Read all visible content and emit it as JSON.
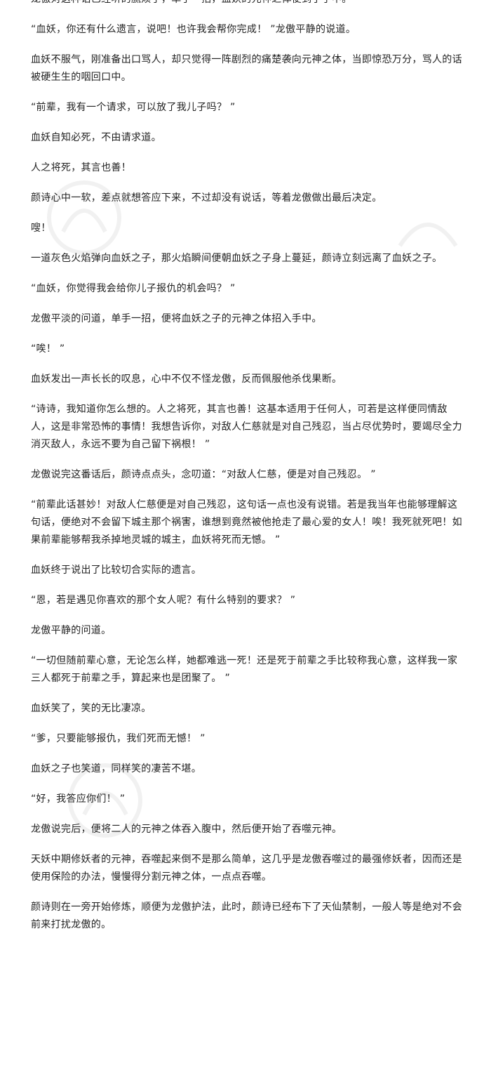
{
  "paragraphs": [
    "龙傲对这种话已经听的腻烦了，单手一招，血妖的元神之体便到了手中。",
    "“血妖，你还有什么遗言，说吧！也许我会帮你完成！ ”龙傲平静的说道。",
    "血妖不服气，刚准备出口骂人，却只觉得一阵剧烈的痛楚袭向元神之体，当即惊恐万分，骂人的话被硬生生的咽回口中。",
    "“前辈，我有一个请求，可以放了我儿子吗？ ”",
    "血妖自知必死，不由请求道。",
    "人之将死，其言也善！",
    "颜诗心中一软，差点就想答应下来，不过却没有说话，等着龙傲做出最后决定。",
    "嗖！",
    "一道灰色火焰弹向血妖之子，那火焰瞬间便朝血妖之子身上蔓延，颜诗立刻远离了血妖之子。",
    "“血妖，你觉得我会给你儿子报仇的机会吗？ ”",
    "龙傲平淡的问道，单手一招，便将血妖之子的元神之体招入手中。",
    "“唉！ ”",
    "血妖发出一声长长的叹息，心中不仅不怪龙傲，反而佩服他杀伐果断。",
    "“诗诗，我知道你怎么想的。人之将死，其言也善！这基本适用于任何人，可若是这样便同情敌人，这是非常恐怖的事情！我想告诉你，对敌人仁慈就是对自己残忍，当占尽优势时，要竭尽全力消灭敌人，永远不要为自己留下祸根！ ”",
    "龙傲说完这番话后，颜诗点点头，念叨道：“对敌人仁慈，便是对自己残忍。 ”",
    "“前辈此话甚妙！对敌人仁慈便是对自己残忍，这句话一点也没有说错。若是我当年也能够理解这句话，便绝对不会留下城主那个祸害，谁想到竟然被他抢走了最心爱的女人！唉！我死就死吧！如果前辈能够帮我杀掉地灵城的城主，血妖将死而无憾。 ”",
    "血妖终于说出了比较切合实际的遗言。",
    "“恩，若是遇见你喜欢的那个女人呢？有什么特别的要求？ ”",
    "龙傲平静的问道。",
    "“一切但随前辈心意，无论怎么样，她都难逃一死！还是死于前辈之手比较称我心意，这样我一家三人都死于前辈之手，算起来也是团聚了。 ”",
    "血妖笑了，笑的无比凄凉。",
    "“爹，只要能够报仇，我们死而无憾！ ”",
    "血妖之子也笑道，同样笑的凄苦不堪。",
    "“好，我答应你们！ ”",
    "龙傲说完后，便将二人的元神之体吞入腹中，然后便开始了吞噬元神。",
    "天妖中期修妖者的元神，吞噬起来倒不是那么简单，这几乎是龙傲吞噬过的最强修妖者，因而还是使用保险的办法，慢慢得分割元神之体，一点点吞噬。",
    "颜诗则在一旁开始修炼，顺便为龙傲护法，此时，颜诗已经布下了天仙禁制，一般人等是绝对不会前来打扰龙傲的。"
  ]
}
